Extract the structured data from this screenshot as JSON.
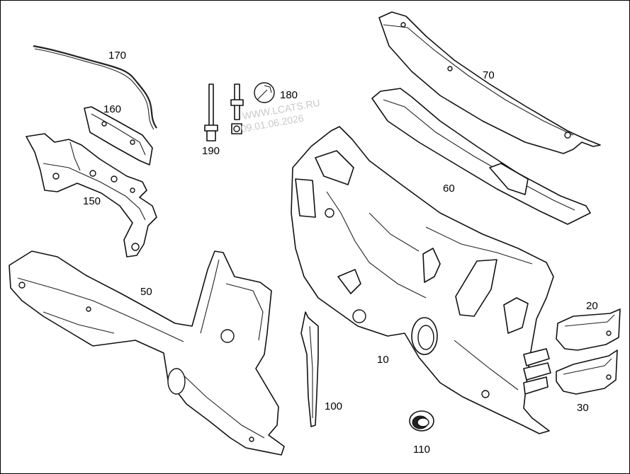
{
  "diagram": {
    "callouts": [
      "170",
      "160",
      "150",
      "190",
      "180",
      "70",
      "60",
      "50",
      "10",
      "100",
      "110",
      "20",
      "30"
    ],
    "watermark": {
      "site": "WWW.LCATS.RU",
      "date": "09.01.06.2026"
    }
  }
}
